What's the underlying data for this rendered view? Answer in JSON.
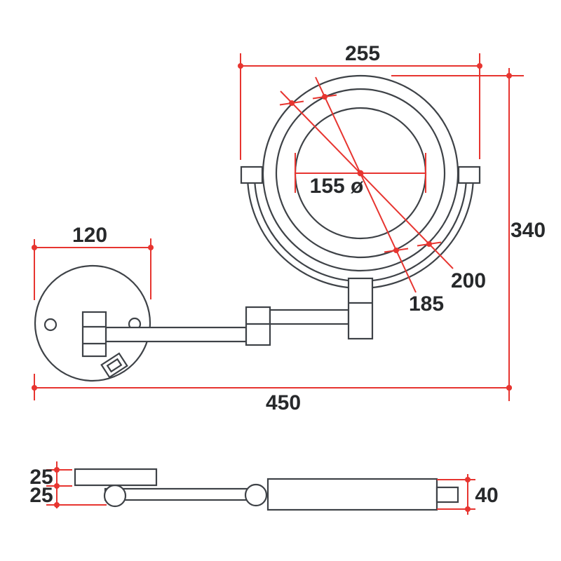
{
  "drawing": {
    "type": "technical-dimension-drawing",
    "subject": "wall-mounted-extendable-magnifying-mirror",
    "units_shown": "mm",
    "dims": {
      "width_across_pivots": "255",
      "overall_height": "340",
      "wall_plate_diameter": "120",
      "overall_reach": "450",
      "inner_mirror_diameter": "155 ø",
      "outer_frame_diameter": "200",
      "mid_frame_diameter": "185",
      "plate_thickness": "25",
      "arm_offset": "25",
      "mirror_head_depth": "40"
    },
    "colors": {
      "dimension_red": "#e73530",
      "outline_dark": "#3e4247",
      "label_text": "#27292b",
      "background": "#ffffff"
    }
  }
}
